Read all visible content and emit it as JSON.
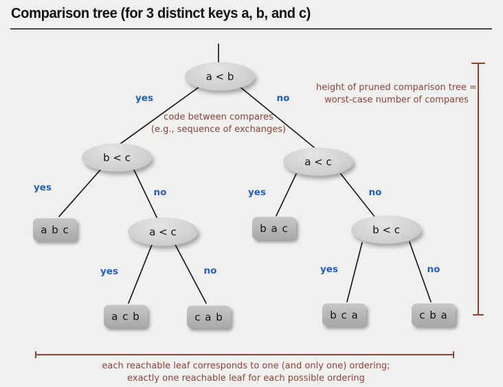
{
  "title": "Comparison tree (for 3 distinct keys a, b, and c)",
  "branch_labels": {
    "yes": "yes",
    "no": "no"
  },
  "nodes": {
    "root": "a < b",
    "left": "b < c",
    "left_right": "a < c",
    "right": "a < c",
    "right_right": "b < c"
  },
  "leaves": {
    "abc": "a b c",
    "acb": "a c b",
    "cab": "c a b",
    "bac": "b a c",
    "bca": "b c a",
    "cba": "c b a"
  },
  "annotations": {
    "code_note": {
      "line1": "code between compares",
      "line2": "(e.g., sequence of exchanges)"
    },
    "height_note": {
      "line1": "height of pruned comparison tree =",
      "line2": "worst-case number of compares"
    },
    "leaf_note": {
      "line1": "each reachable leaf corresponds to one (and only one) ordering;",
      "line2": "exactly one reachable leaf for each possible ordering"
    }
  },
  "colors": {
    "background": "#f0f0ef",
    "annotation_maroon": "#8e4338",
    "branch_blue": "#2060c0",
    "node_fill": "#d3d3d3",
    "leaf_fill": "#b0b0b0",
    "edge_black": "#1c1c1c",
    "title_black": "#111111"
  }
}
